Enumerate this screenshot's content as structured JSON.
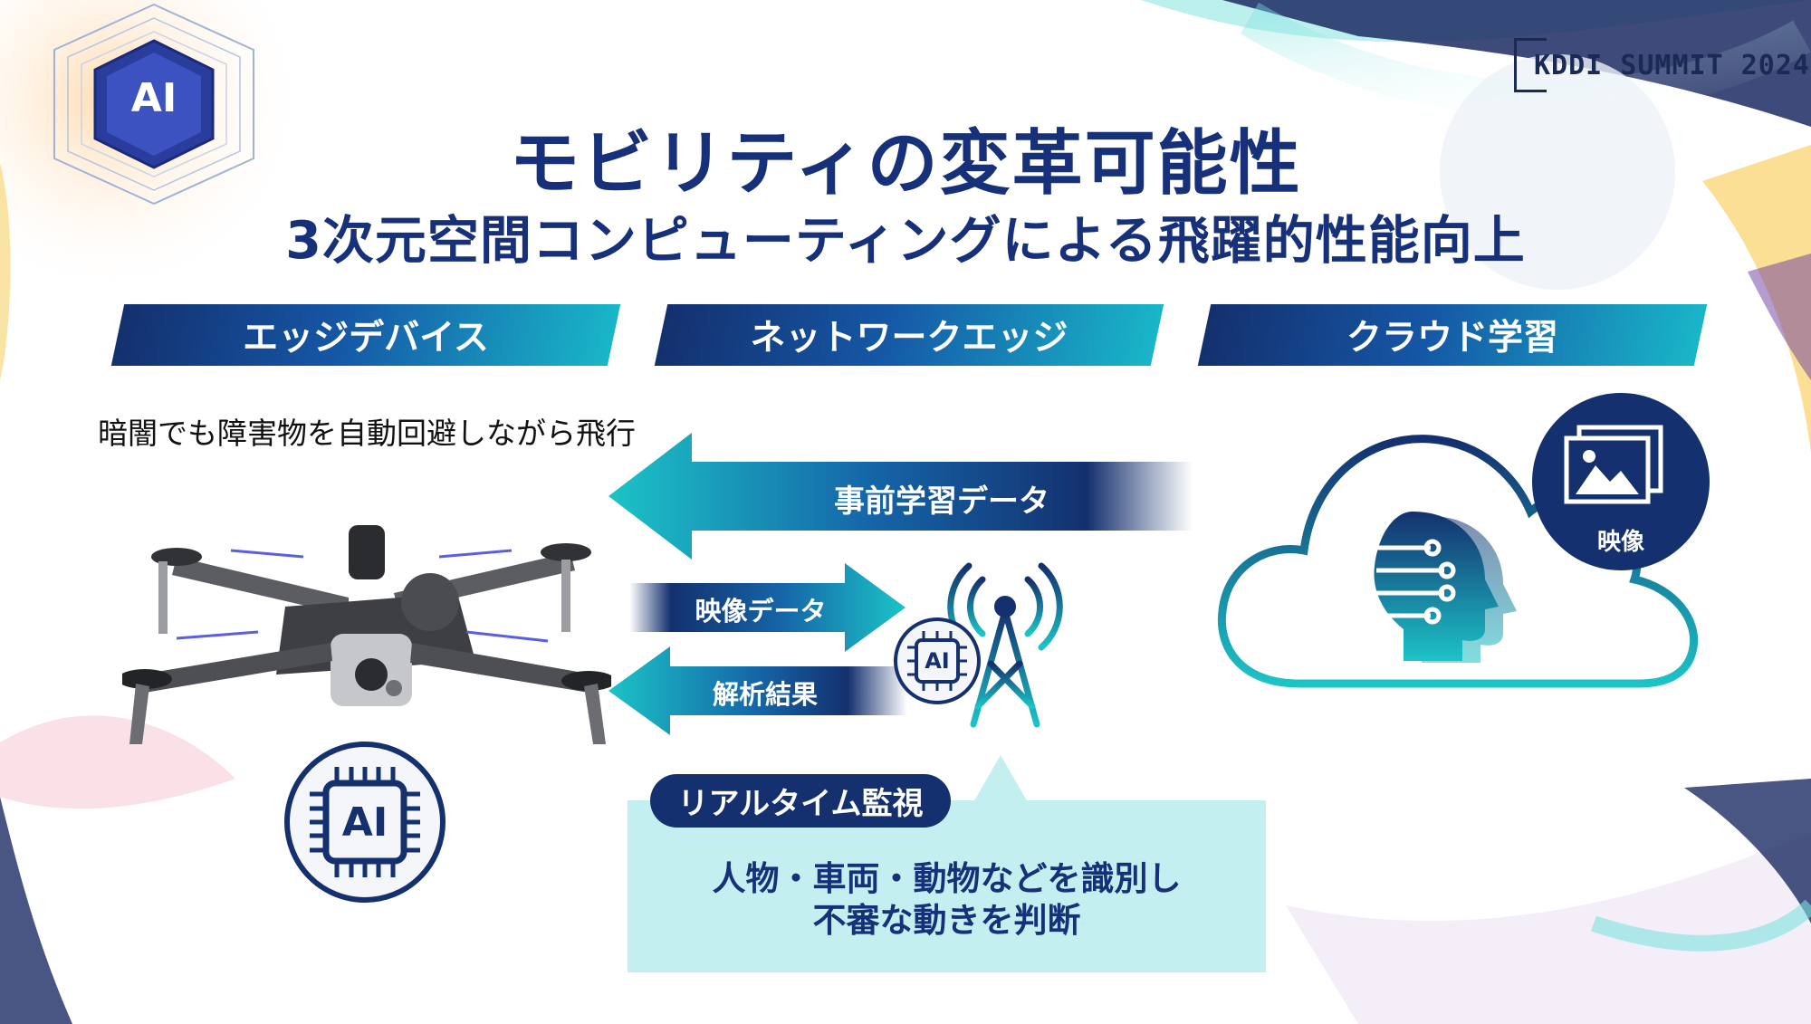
{
  "title": "モビリティの変革可能性",
  "subtitle": "3次元空間コンピューティングによる飛躍的性能向上",
  "logo": {
    "text": "KDDI SUMMIT 2024"
  },
  "ai_badge": {
    "label": "AI"
  },
  "columns": {
    "edge": "エッジデバイス",
    "network": "ネットワークエッジ",
    "cloud": "クラウド学習"
  },
  "edge_description": "暗闇でも障害物を自動回避しながら飛行",
  "arrows": {
    "pretrain": "事前学習データ",
    "video": "映像データ",
    "analysis": "解析結果"
  },
  "chip_label": "AI",
  "cloud_image_label": "映像",
  "callout": {
    "tag": "リアルタイム監視",
    "line1": "人物・車両・動物などを識別し",
    "line2": "不審な動きを判断"
  },
  "colors": {
    "navy": "#14306e",
    "teal": "#19b6c8",
    "text": "#17307a",
    "callout_bg": "#c4eff0"
  }
}
